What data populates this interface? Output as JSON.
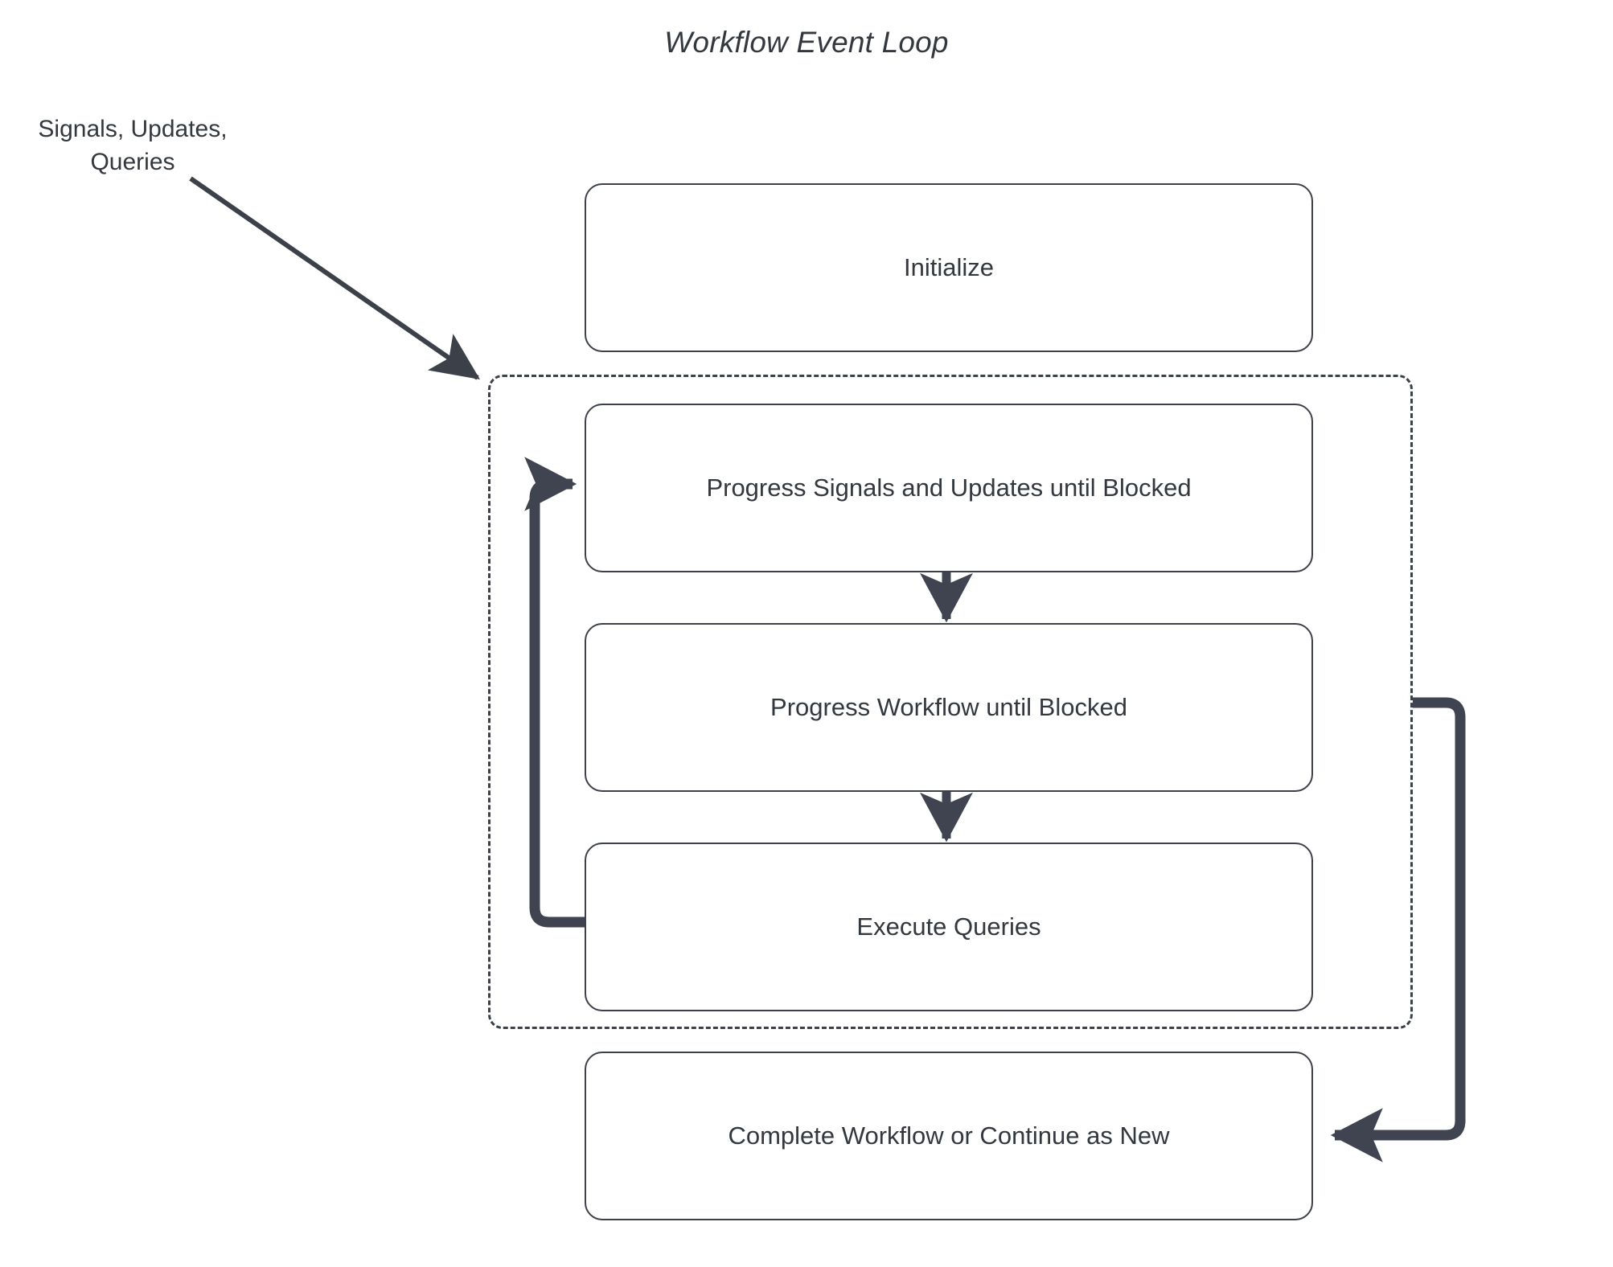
{
  "diagram": {
    "title": "Workflow Event Loop",
    "type": "flowchart",
    "external_label": "Signals, Updates,\nQueries",
    "colors": {
      "node_border": "#3b4049",
      "node_fill": "#ffffff",
      "text": "#33383f",
      "thick_edge": "#3f4450",
      "thin_edge": "#3b4049",
      "background": "#ffffff"
    },
    "nodes": [
      {
        "id": "initialize",
        "label": "Initialize"
      },
      {
        "id": "progress-signals",
        "label": "Progress Signals and Updates until Blocked"
      },
      {
        "id": "progress-workflow",
        "label": "Progress Workflow until Blocked"
      },
      {
        "id": "execute-queries",
        "label": "Execute Queries"
      },
      {
        "id": "complete-workflow",
        "label": "Complete Workflow or Continue as New"
      }
    ],
    "loop_group": {
      "id": "event-loop-group",
      "style": "dashed",
      "members": [
        "progress-signals",
        "progress-workflow",
        "execute-queries"
      ]
    },
    "edges": [
      {
        "id": "signals-into-loop",
        "from": "external-input",
        "to": "event-loop-group",
        "style": "thin-arrow"
      },
      {
        "id": "signals-to-workflow",
        "from": "progress-signals",
        "to": "progress-workflow",
        "style": "thin-arrow"
      },
      {
        "id": "workflow-to-queries",
        "from": "progress-workflow",
        "to": "execute-queries",
        "style": "thin-arrow"
      },
      {
        "id": "queries-back-to-signals",
        "from": "execute-queries",
        "to": "progress-signals",
        "style": "thick-loop-left"
      },
      {
        "id": "loop-to-complete",
        "from": "event-loop-group",
        "to": "complete-workflow",
        "style": "thick-loop-right"
      }
    ]
  }
}
